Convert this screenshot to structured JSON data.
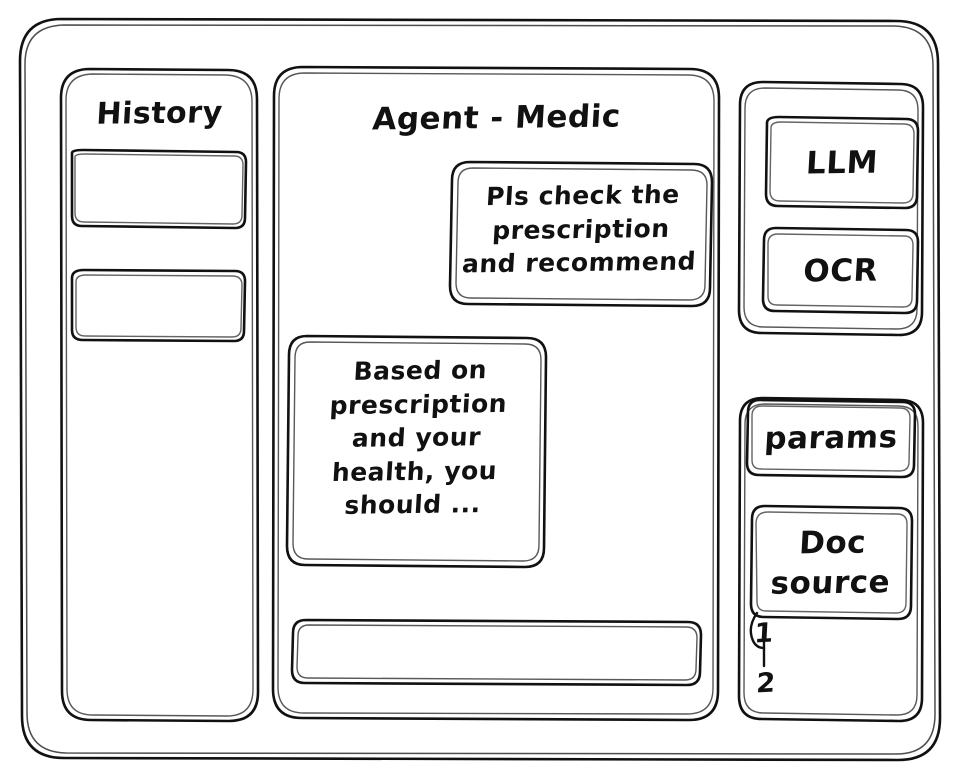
{
  "meta": {
    "style": "hand-drawn-wireframe",
    "stroke_color": "#111111",
    "background_color": "#ffffff"
  },
  "window": {
    "frame_label": "app-window"
  },
  "sidebar_left": {
    "title": "History",
    "items": [
      {
        "label": "",
        "name": "history-item-1"
      },
      {
        "label": "",
        "name": "history-item-2"
      }
    ]
  },
  "main": {
    "title": "Agent - Medic",
    "messages": [
      {
        "role": "user",
        "text": "Pls check the\nprescription\nand recommend"
      },
      {
        "role": "assistant",
        "text": "Based on\nprescription\nand your\nhealth, you\nshould ..."
      }
    ],
    "composer": {
      "value": "",
      "placeholder": ""
    }
  },
  "sidebar_right": {
    "groups": [
      {
        "name": "models-group",
        "chips": [
          {
            "label": "LLM",
            "name": "chip-llm"
          },
          {
            "label": "OCR",
            "name": "chip-ocr"
          }
        ]
      },
      {
        "name": "config-group",
        "chips": [
          {
            "label": "params",
            "name": "chip-params"
          },
          {
            "label": "Doc\nsource",
            "name": "chip-doc-source"
          }
        ]
      }
    ],
    "annotations": [
      {
        "label": "1",
        "name": "annotation-1"
      },
      {
        "label": "2",
        "name": "annotation-2"
      }
    ]
  }
}
